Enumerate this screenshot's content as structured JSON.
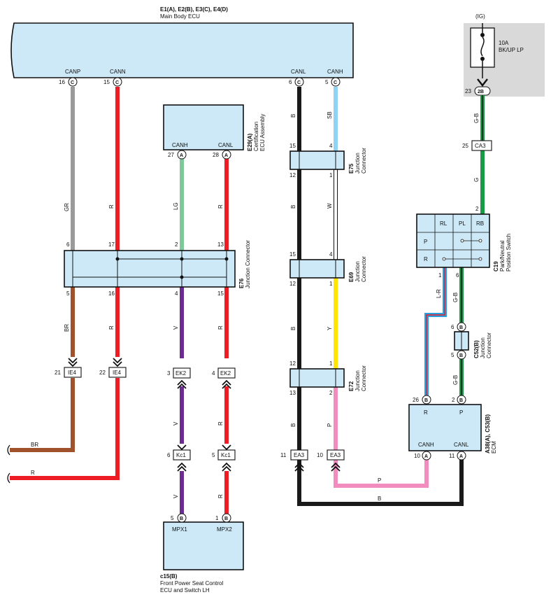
{
  "colors": {
    "GR": "#9a9a9a",
    "R": "#ee1c24",
    "LG": "#7ec89a",
    "B": "#1a1a1a",
    "SB": "#8fd3f2",
    "W": "#ffffff",
    "Y": "#ffe500",
    "P": "#f28cbf",
    "BR": "#a0522d",
    "V": "#6b2d8f",
    "G": "#1a9a46",
    "G-B": "#1a9a46",
    "L-R": "#2aa0e0",
    "box_fill": "#cde9f7",
    "ig_fill": "#d9d9d9"
  },
  "main_ecu": {
    "title": "E1(A), E2(B), E3(C), E4(D)",
    "subtitle": "Main Body ECU",
    "pins": [
      {
        "label": "CANP",
        "num": "16",
        "conn": "C"
      },
      {
        "label": "CANN",
        "num": "15",
        "conn": "C"
      },
      {
        "label": "CANL",
        "num": "6",
        "conn": "C"
      },
      {
        "label": "CANH",
        "num": "5",
        "conn": "C"
      }
    ]
  },
  "ig": {
    "label": "(IG)",
    "fuse": "10A",
    "fuse_name": "BK/UP LP",
    "pin": "23",
    "conn": "2B"
  },
  "cert_ecu": {
    "code": "E29(A)",
    "name_line1": "Certification",
    "name_line2": "ECU Assembly",
    "pin_canh": "CANH",
    "pin_canl": "CANL",
    "num_canh": "27",
    "num_canl": "28",
    "conn": "A"
  },
  "e76": {
    "code": "E76",
    "name": "Junction Connector",
    "top_pins": [
      "6",
      "17",
      "2",
      "13"
    ],
    "bottom_pins": [
      "5",
      "16",
      "4",
      "15"
    ]
  },
  "e75": {
    "code": "E75",
    "name_line1": "Junction",
    "name_line2": "Connector",
    "pins": [
      "15",
      "4",
      "12",
      "1"
    ]
  },
  "e69": {
    "code": "E69",
    "name_line1": "Junction",
    "name_line2": "Connector",
    "pins": [
      "15",
      "4",
      "12",
      "1"
    ]
  },
  "e72": {
    "code": "E72",
    "name_line1": "Junction",
    "name_line2": "Connector",
    "pins": [
      "12",
      "1",
      "13",
      "2"
    ]
  },
  "ca3": {
    "num": "25",
    "name": "CA3"
  },
  "c19": {
    "code": "C19",
    "name_line1": "Park/Neutral",
    "name_line2": "Position Switch",
    "headers": [
      "RL",
      "PL",
      "RB"
    ],
    "rows": [
      "P",
      "R"
    ],
    "pin_top": "2",
    "pin_l": "1",
    "pin_r": "6"
  },
  "c52": {
    "code": "C52(B)",
    "name_line1": "Junction",
    "name_line2": "Connector",
    "pin_top": "6",
    "pin_bottom": "5",
    "conn": "B"
  },
  "ecm": {
    "code": "A38(A), C53(B)",
    "name": "ECM",
    "pin_r": "R",
    "pin_p": "P",
    "pin_canh": "CANH",
    "pin_canl": "CANL",
    "num_r": "26",
    "num_p": "2",
    "num_canh": "10",
    "num_canl": "11",
    "conn_b": "B",
    "conn_a": "A"
  },
  "seat_ecu": {
    "code": "c15(B)",
    "name_line1": "Front Power Seat Control",
    "name_line2": "ECU and Switch LH",
    "pin_1": "MPX1",
    "pin_2": "MPX2",
    "num_1": "5",
    "num_2": "1",
    "conn": "B"
  },
  "connectors": {
    "ie4_a": {
      "num": "21",
      "name": "IE4"
    },
    "ie4_b": {
      "num": "22",
      "name": "IE4"
    },
    "ek2_a": {
      "num": "3",
      "name": "EK2"
    },
    "ek2_b": {
      "num": "4",
      "name": "EK2"
    },
    "kc1_a": {
      "num": "6",
      "name": "Kc1"
    },
    "kc1_b": {
      "num": "5",
      "name": "Kc1"
    },
    "ea3_a": {
      "num": "11",
      "name": "EA3"
    },
    "ea3_b": {
      "num": "10",
      "name": "EA3"
    }
  },
  "wire_labels": {
    "gr": "GR",
    "r1": "R",
    "lg": "LG",
    "r2": "R",
    "b1": "B",
    "sb": "SB",
    "gb1": "G-B",
    "g": "G",
    "w": "W",
    "b2": "B",
    "br": "BR",
    "r3": "R",
    "v1": "V",
    "r4": "R",
    "y": "Y",
    "b3": "B",
    "lr": "L-R",
    "gb2": "G-B",
    "gb3": "G-B",
    "p1": "P",
    "v2": "V",
    "r5": "R",
    "b4": "B",
    "br_out": "BR",
    "r_out": "R",
    "p2": "P",
    "b5": "B",
    "v3": "V",
    "r6": "R"
  }
}
